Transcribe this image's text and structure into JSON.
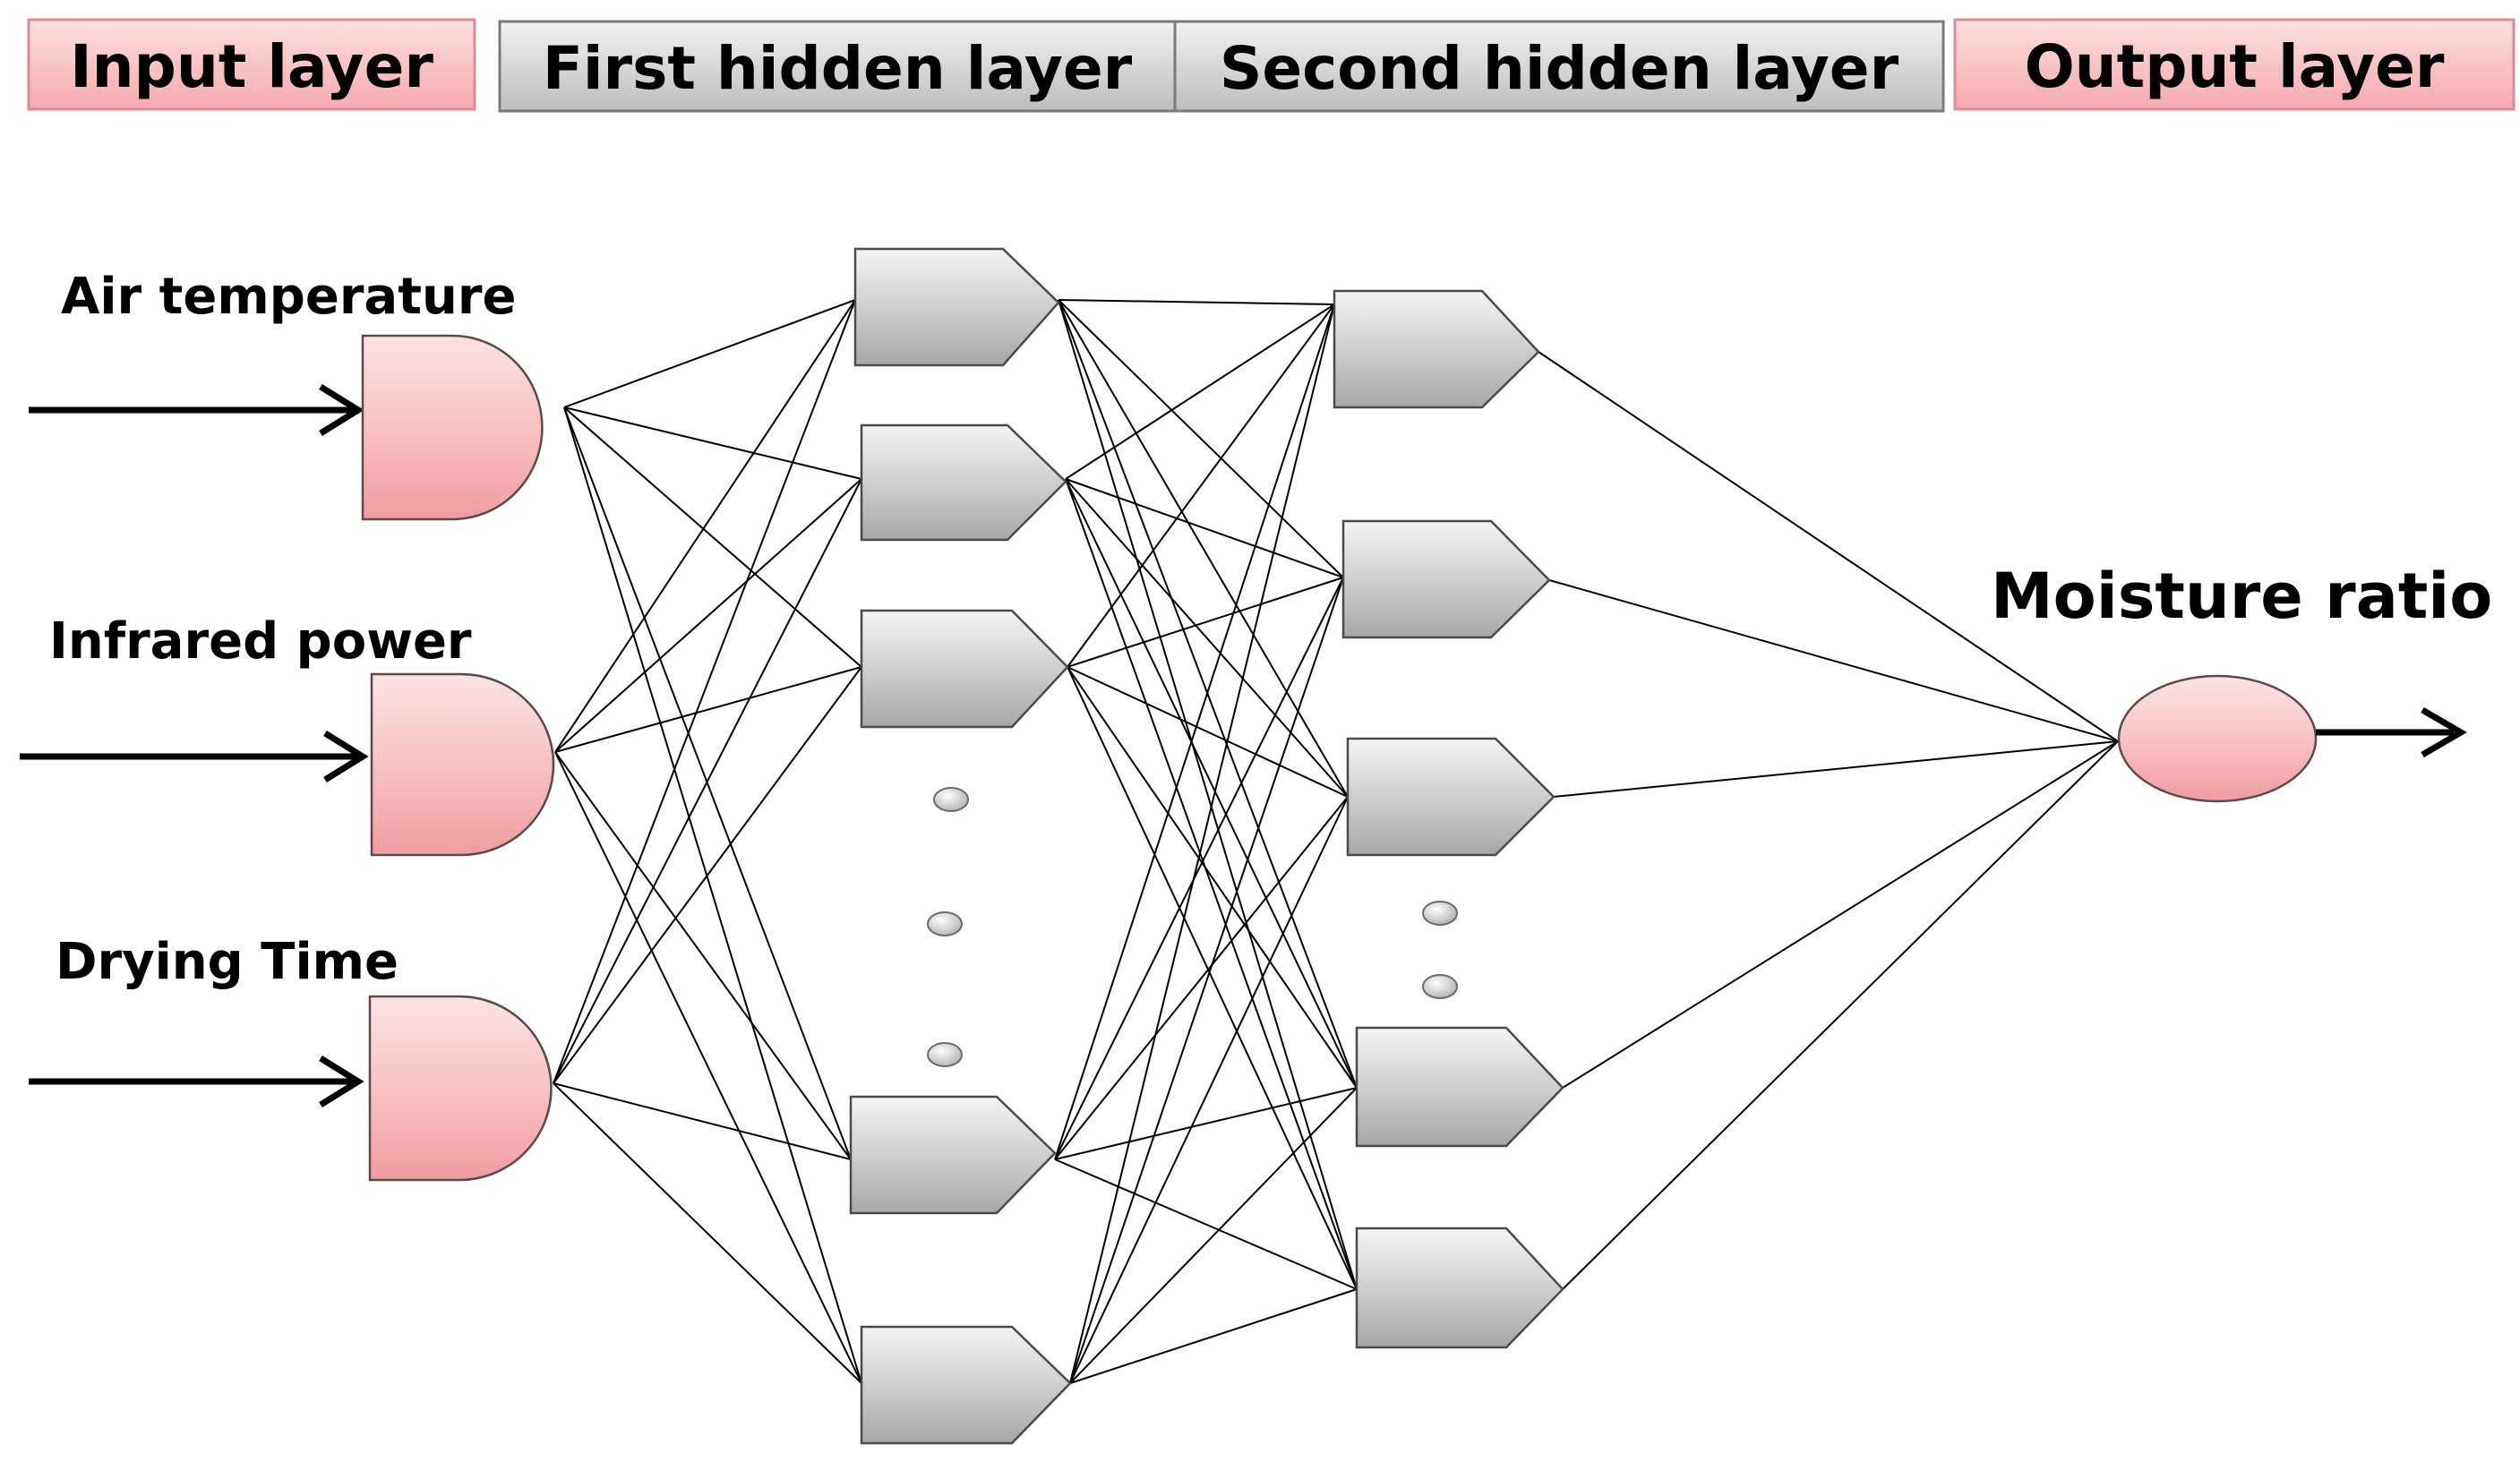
{
  "headers": {
    "input": "Input layer",
    "hidden1": "First hidden layer",
    "hidden2": "Second hidden layer",
    "output": "Output layer"
  },
  "inputs": [
    {
      "label": "Air temperature"
    },
    {
      "label": "Infrared power"
    },
    {
      "label": "Drying Time"
    }
  ],
  "output": {
    "label": "Moisture ratio"
  },
  "colors": {
    "pink_header": "#f7b8bc",
    "gray_header": "#d9d9d9",
    "pink_node": "#f6b3b8",
    "gray_node": "#bfbfbf",
    "line": "#000000"
  }
}
